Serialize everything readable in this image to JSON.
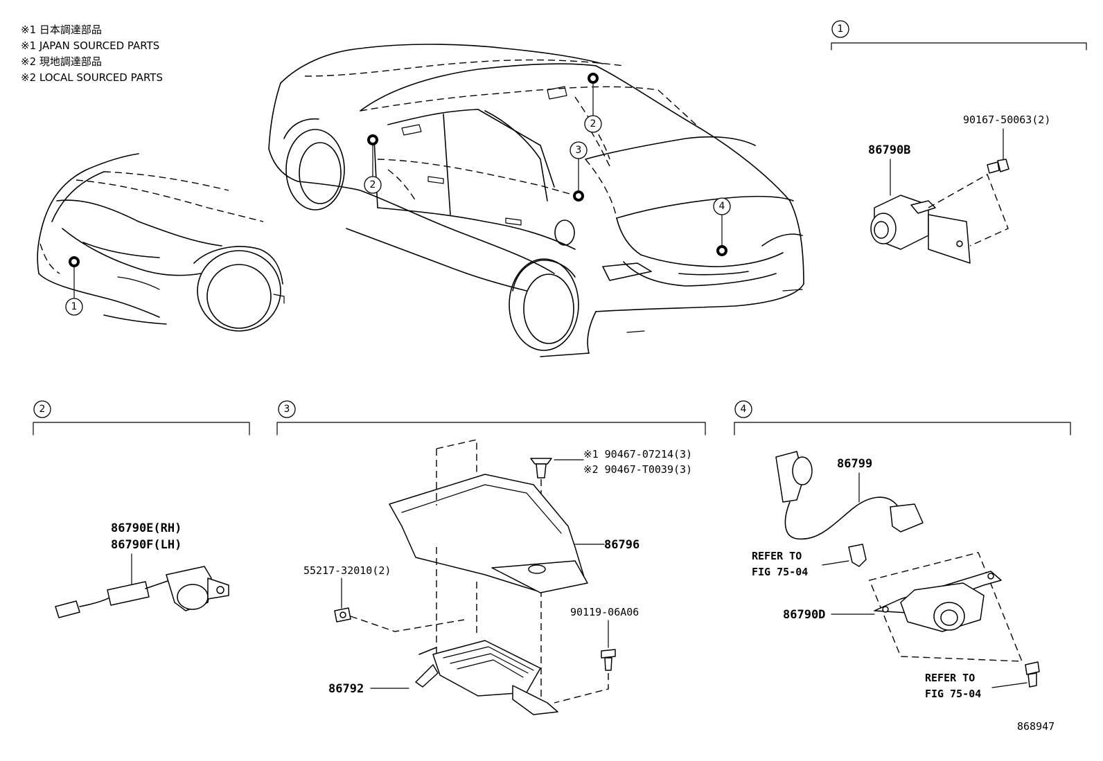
{
  "notes": [
    "※1 日本調達部品",
    "※1 JAPAN SOURCED PARTS",
    "※2 現地調達部品",
    "※2 LOCAL SOURCED PARTS"
  ],
  "callouts": {
    "c1": "1",
    "c2": "2",
    "c3": "3",
    "c4": "4"
  },
  "section1": {
    "part_main": "86790B",
    "bolt": "90167-50063(2)"
  },
  "section2": {
    "part_rh": "86790E(RH)",
    "part_lh": "86790F(LH)"
  },
  "section3": {
    "clip_j": "※1 90467-07214(3)",
    "clip_l": "※2 90467-T0039(3)",
    "cover": "86796",
    "nut": "55217-32010(2)",
    "bolt": "90119-06A06",
    "ecu": "86792"
  },
  "section4": {
    "wire": "86799",
    "ref_top_1": "REFER TO",
    "ref_top_2": "FIG 75-04",
    "camera": "86790D",
    "ref_bot_1": "REFER TO",
    "ref_bot_2": "FIG 75-04"
  },
  "figure_id": "868947"
}
